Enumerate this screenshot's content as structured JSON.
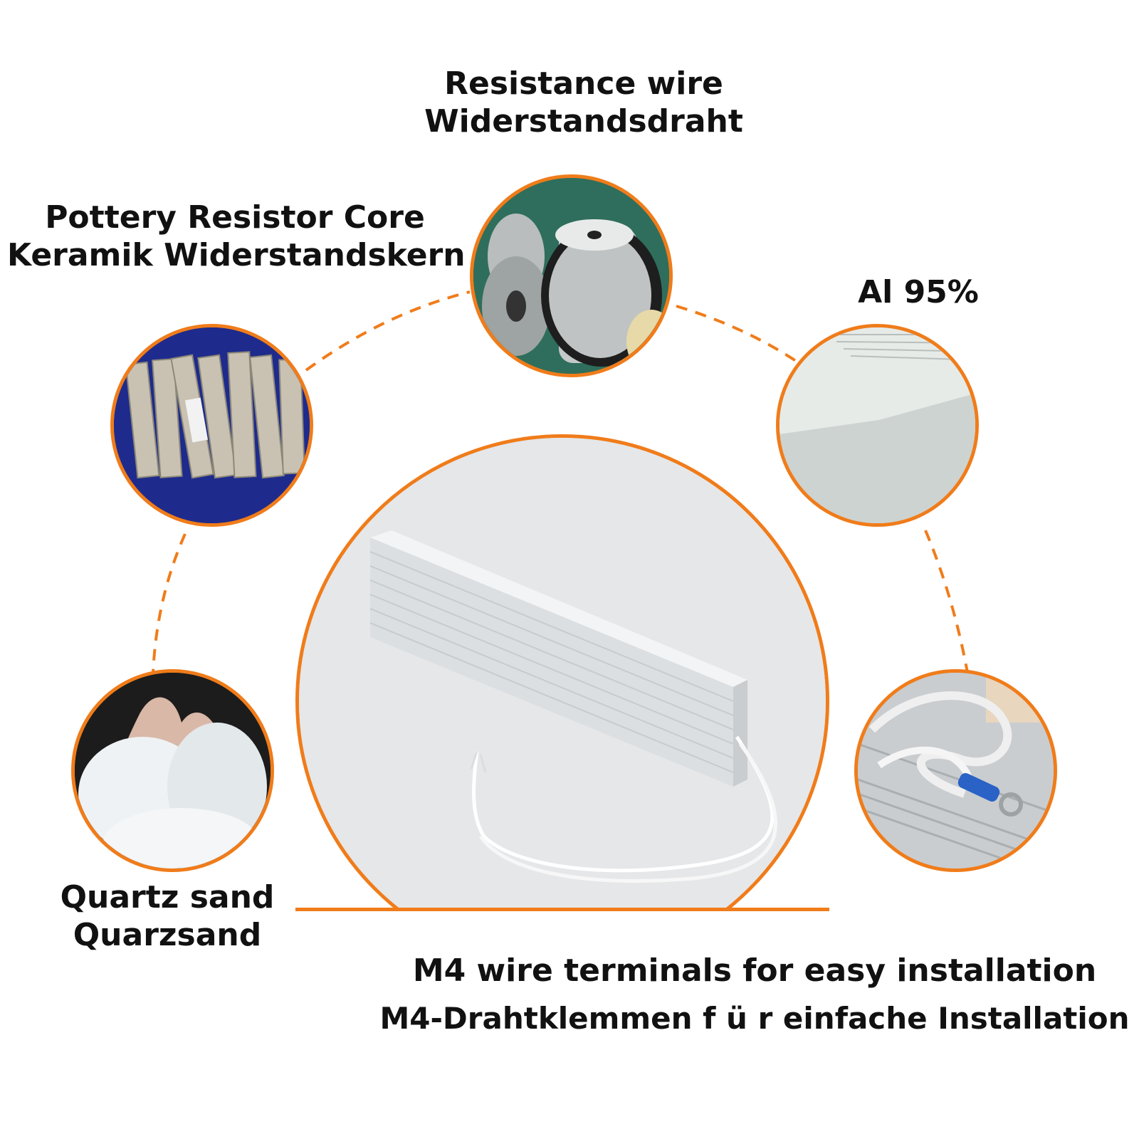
{
  "colors": {
    "accent": "#f07c1a",
    "text": "#111111",
    "background": "#ffffff"
  },
  "labels": {
    "resistance_wire": {
      "en": "Resistance wire",
      "de": "Widerstandsdraht"
    },
    "pottery_core": {
      "en": "Pottery Resistor Core",
      "de": "Keramik Widerstandskern"
    },
    "aluminum": {
      "en": "Al 95%"
    },
    "quartz_sand": {
      "en": "Quartz sand",
      "de": "Quarzsand"
    },
    "terminals": {
      "en": "M4 wire terminals for easy installation",
      "de": "M4-Drahtklemmen f ü r einfache Installation"
    }
  },
  "photos": [
    {
      "id": "resistance-wire-photo",
      "icon": "wire-spool-icon"
    },
    {
      "id": "pottery-core-photo",
      "icon": "ceramic-core-icon"
    },
    {
      "id": "aluminum-photo",
      "icon": "aluminum-profile-icon"
    },
    {
      "id": "quartz-sand-photo",
      "icon": "sand-icon"
    },
    {
      "id": "terminals-photo",
      "icon": "ring-terminal-icon"
    },
    {
      "id": "resistor-photo",
      "icon": "aluminum-resistor-icon"
    }
  ]
}
